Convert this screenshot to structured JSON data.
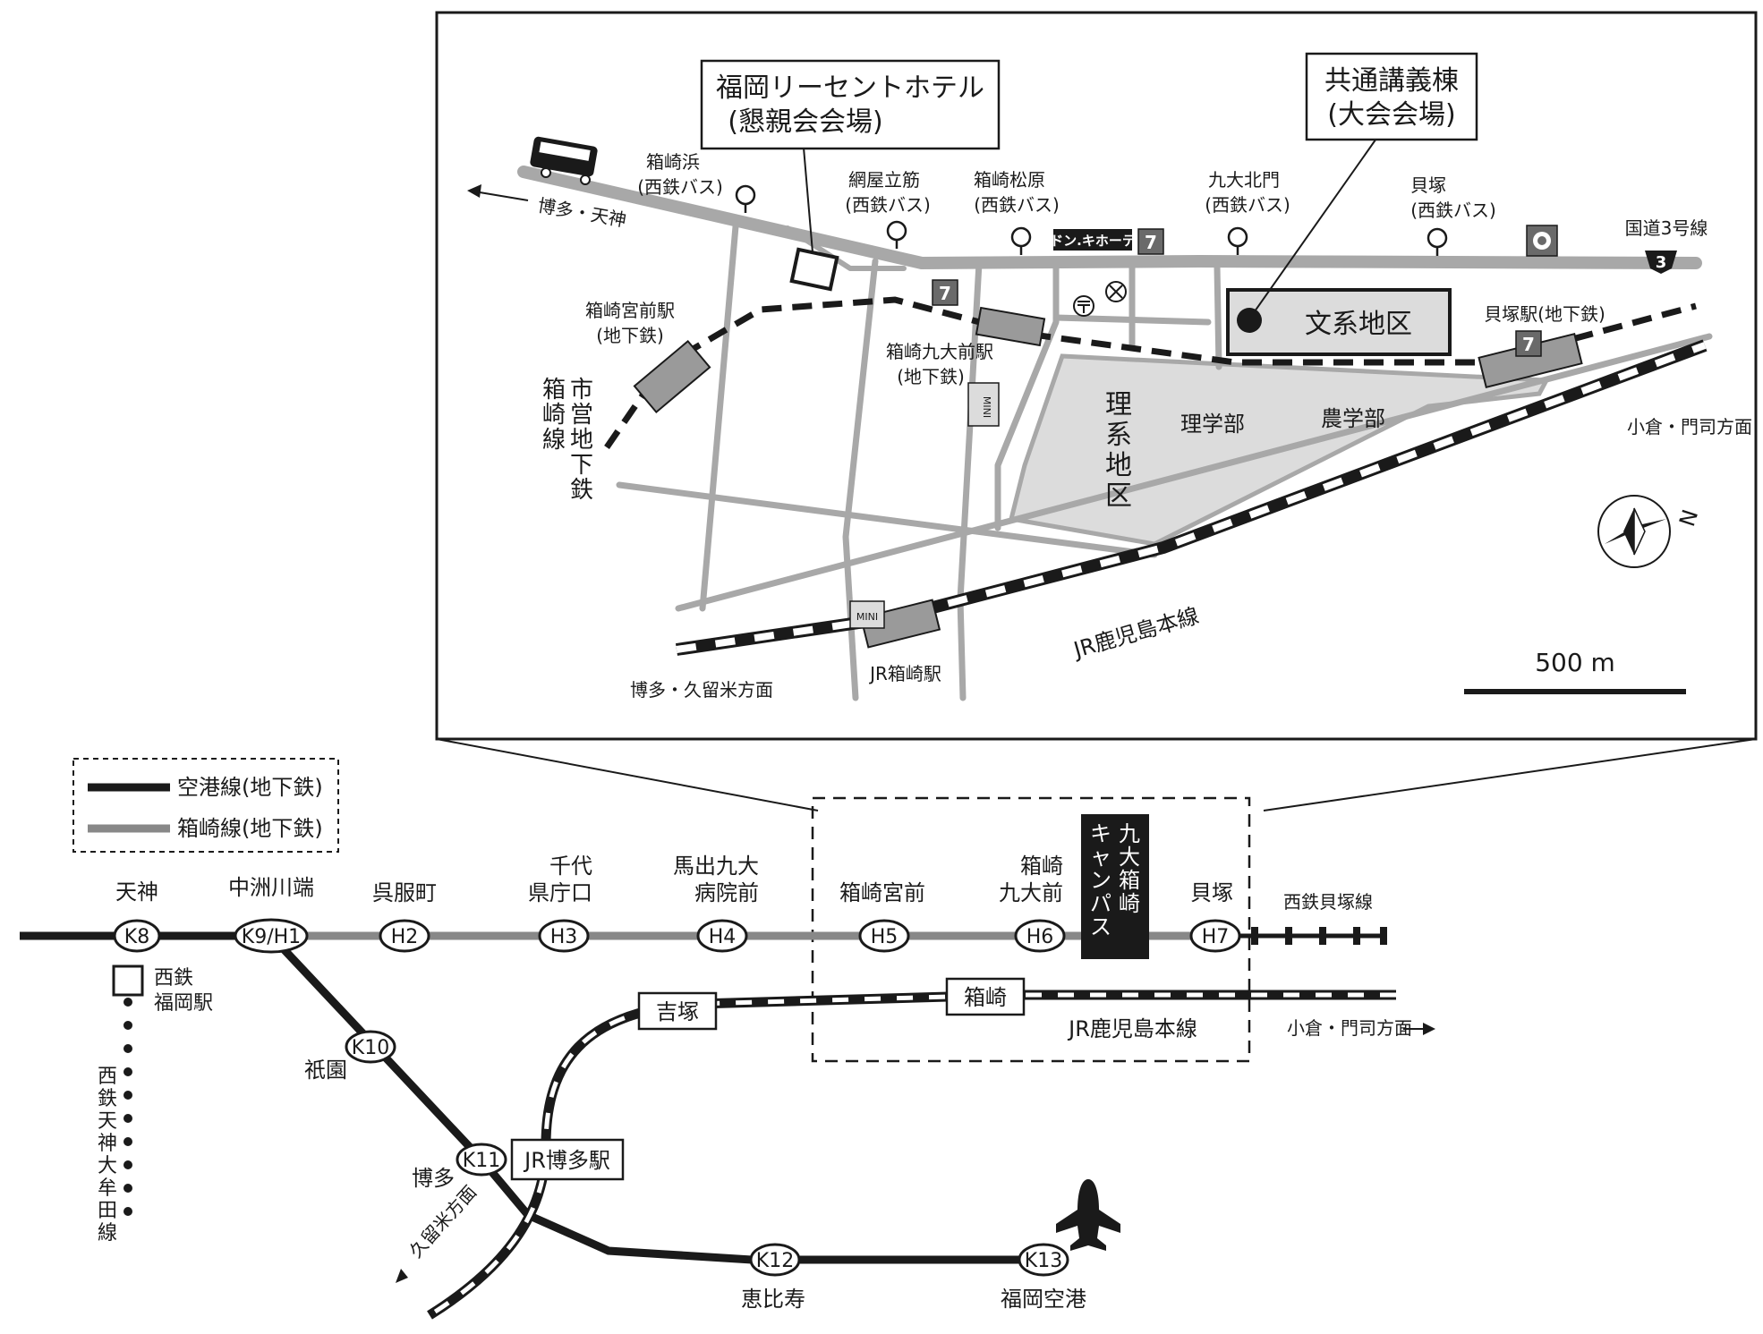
{
  "inset": {
    "callout_hotel_line1": "福岡リーセントホテル",
    "callout_hotel_line2": "(懇親会会場)",
    "callout_lecture_line1": "共通講義棟",
    "callout_lecture_line2": "(大会会場)",
    "bus_stops": {
      "hakozakihama": [
        "箱崎浜",
        "(西鉄バス)"
      ],
      "amiyatachi": [
        "網屋立筋",
        "(西鉄バス)"
      ],
      "hakozakimatsubara": [
        "箱崎松原",
        "(西鉄バス)"
      ],
      "kyudai_kitamon": [
        "九大北門",
        "(西鉄バス)"
      ],
      "kaizuka": [
        "貝塚",
        "(西鉄バス)"
      ]
    },
    "to_hakata_tenjin": "博多・天神",
    "national_route_label": "国道3号線",
    "route_number": "3",
    "donki_label": "ドン.キホーテ",
    "seven_mark": "7",
    "bunkei_area": "文系地区",
    "rikei_area_chars": [
      "理",
      "系",
      "地",
      "区"
    ],
    "faculty_science": "理学部",
    "faculty_agriculture": "農学部",
    "station_hakozakimiyamae": [
      "箱崎宮前駅",
      "(地下鉄)"
    ],
    "station_hakozakikyudaimae": [
      "箱崎九大前駅",
      "(地下鉄)"
    ],
    "station_kaizuka": "貝塚駅(地下鉄)",
    "subway_vertical_col1": [
      "市",
      "営",
      "地",
      "下",
      "鉄"
    ],
    "subway_vertical_col2": [
      "箱",
      "崎",
      "線"
    ],
    "jr_line_label": "JR鹿児島本線",
    "jr_hakozaki_station": "JR箱崎駅",
    "to_hakata_kurume": "博多・久留米方面",
    "to_kokura_moji": "小倉・門司方面",
    "scale_label": "500 m",
    "north_label": "N",
    "mini_label": "MINI",
    "postoffice_icon": "post-office-icon",
    "police_icon": "police-box-icon"
  },
  "legend": {
    "airport_line": "空港線(地下鉄)",
    "hakozaki_line": "箱崎線(地下鉄)"
  },
  "route_map": {
    "stations": [
      {
        "code": "K8",
        "name_lines": [
          "天神"
        ]
      },
      {
        "code": "K9/H1",
        "name_lines": [
          "中洲川端"
        ]
      },
      {
        "code": "H2",
        "name_lines": [
          "呉服町"
        ]
      },
      {
        "code": "H3",
        "name_lines": [
          "千代",
          "県庁口"
        ]
      },
      {
        "code": "H4",
        "name_lines": [
          "馬出九大",
          "病院前"
        ]
      },
      {
        "code": "H5",
        "name_lines": [
          "箱崎宮前"
        ]
      },
      {
        "code": "H6",
        "name_lines": [
          "箱崎",
          "九大前"
        ]
      },
      {
        "code": "H7",
        "name_lines": [
          "貝塚"
        ]
      },
      {
        "code": "K10",
        "name_lines": [
          "祇園"
        ]
      },
      {
        "code": "K11",
        "name_lines": [
          "博多"
        ]
      },
      {
        "code": "K12",
        "name_lines": [
          "恵比寿"
        ]
      },
      {
        "code": "K13",
        "name_lines": [
          "福岡空港"
        ]
      }
    ],
    "campus_label_col1": [
      "九",
      "大",
      "箱",
      "崎"
    ],
    "campus_label_col2": [
      "キ",
      "ャ",
      "ン",
      "パ",
      "ス"
    ],
    "nishitetsu_fukuoka": [
      "西鉄",
      "福岡駅"
    ],
    "nishitetsu_tenjin_omuta_chars": [
      "西",
      "鉄",
      "天",
      "神",
      "大",
      "牟",
      "田",
      "線"
    ],
    "nishitetsu_kaizuka_line": "西鉄貝塚線",
    "jr_yoshizuka": "吉塚",
    "jr_hakozaki": "箱崎",
    "jr_hakata": "JR博多駅",
    "jr_line": "JR鹿児島本線",
    "to_kokura_moji": "小倉・門司方面",
    "to_kurume": "久留米方面",
    "airport_icon": "airplane-icon"
  }
}
